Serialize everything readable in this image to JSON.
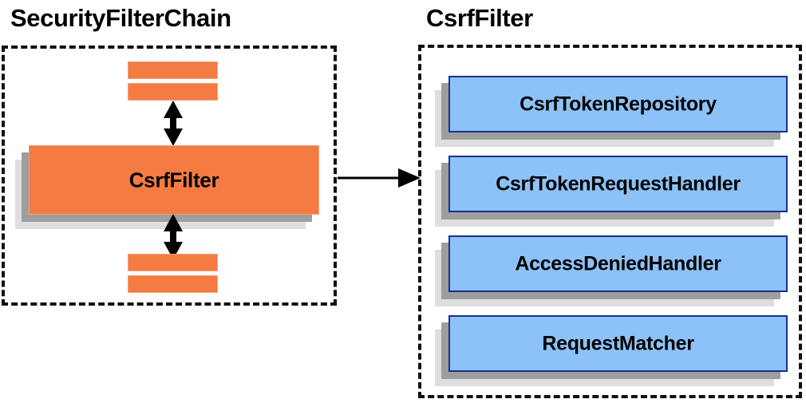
{
  "diagram": {
    "title_left": "SecurityFilterChain",
    "title_right": "CsrfFilter",
    "colors": {
      "orange_fill": "#f47b41",
      "orange_border": "#f0a07a",
      "blue_fill": "#8cc2f7",
      "blue_border": "#1c2f8f",
      "shadow_dark": "#9e9e9e",
      "shadow_light": "#dedede",
      "outline": "#111111",
      "text": "#000000",
      "background": "#ffffff"
    }
  },
  "chain_panel": {
    "title": "SecurityFilterChain",
    "focus_filter": "CsrfFilter",
    "filters_above": [
      "",
      ""
    ],
    "filters_below": [
      "",
      ""
    ],
    "arrow_up": "double-headed-vertical-arrow",
    "arrow_down": "double-headed-vertical-arrow"
  },
  "csrf_panel": {
    "title": "CsrfFilter",
    "components": [
      {
        "label": "CsrfTokenRepository"
      },
      {
        "label": "CsrfTokenRequestHandler"
      },
      {
        "label": "AccessDeniedHandler"
      },
      {
        "label": "RequestMatcher"
      }
    ]
  },
  "connector": {
    "from": "CsrfFilter",
    "to": "CsrfFilter detail panel",
    "style": "single-headed-horizontal-arrow"
  }
}
